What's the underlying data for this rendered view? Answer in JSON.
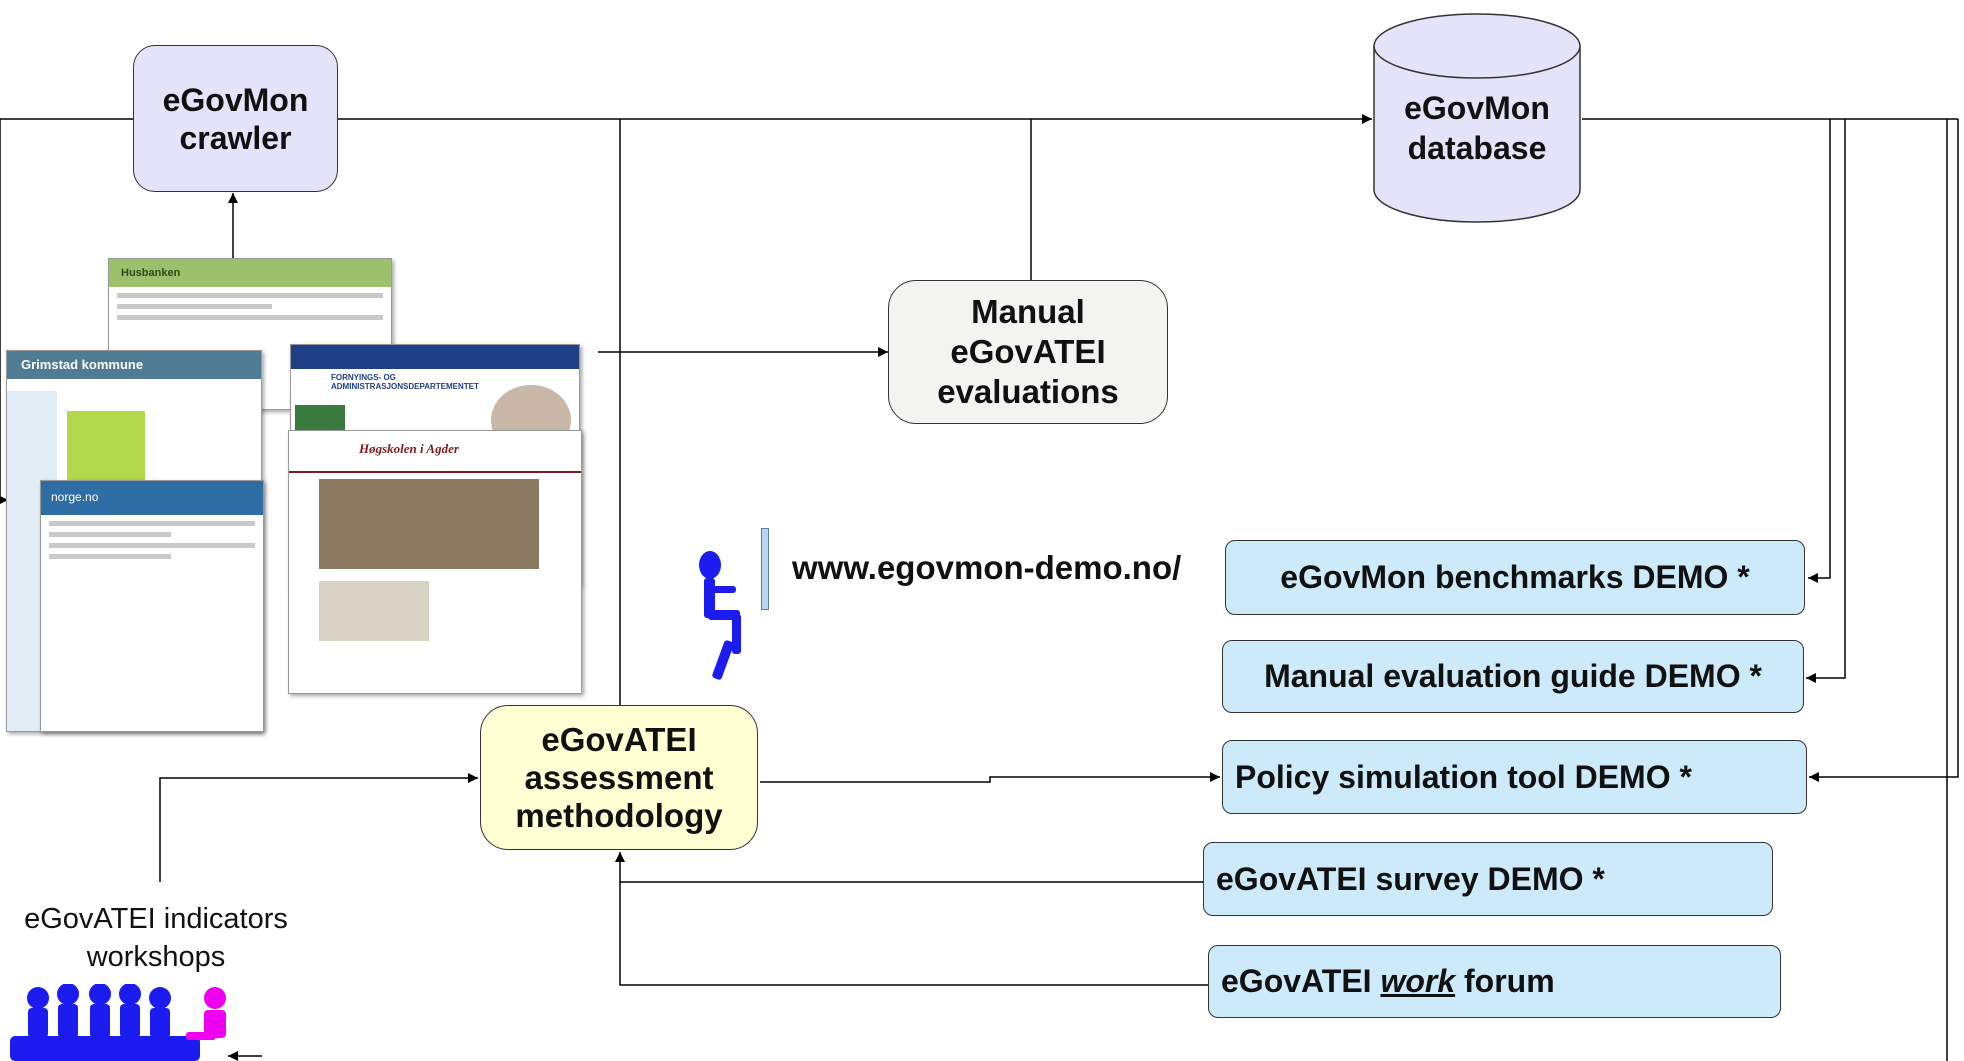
{
  "nodes": {
    "crawler": "eGovMon\ncrawler",
    "database": "eGovMon\ndatabase",
    "manual": "Manual\neGovATEI\nevaluations",
    "methodology": "eGovATEI\nassessment\nmethodology"
  },
  "url": "www.egovmon-demo.no/",
  "demos": {
    "benchmarks": "eGovMon benchmarks DEMO *",
    "guide": "Manual evaluation guide DEMO *",
    "policy": "Policy simulation tool DEMO *",
    "survey": "eGovATEI survey DEMO *",
    "forum_pre": "eGovATEI ",
    "forum_em": "work",
    "forum_post": " forum"
  },
  "workshops_caption": "eGovATEI indicators workshops",
  "screenshots": {
    "husbanken": "Husbanken",
    "grimstad": "Grimstad kommune",
    "fad": "FORNYINGS- OG ADMINISTRASJONSDEPARTEMENTET",
    "norge": "norge.no",
    "hogskolen": "Høgskolen i Agder"
  },
  "colors": {
    "lavender": "#e4e3f9",
    "grey": "#f3f3f1",
    "yellow": "#ffffd3",
    "demo_blue": "#cdeafb",
    "person_blue": "#1c1cf0",
    "person_magenta": "#f000f0"
  }
}
